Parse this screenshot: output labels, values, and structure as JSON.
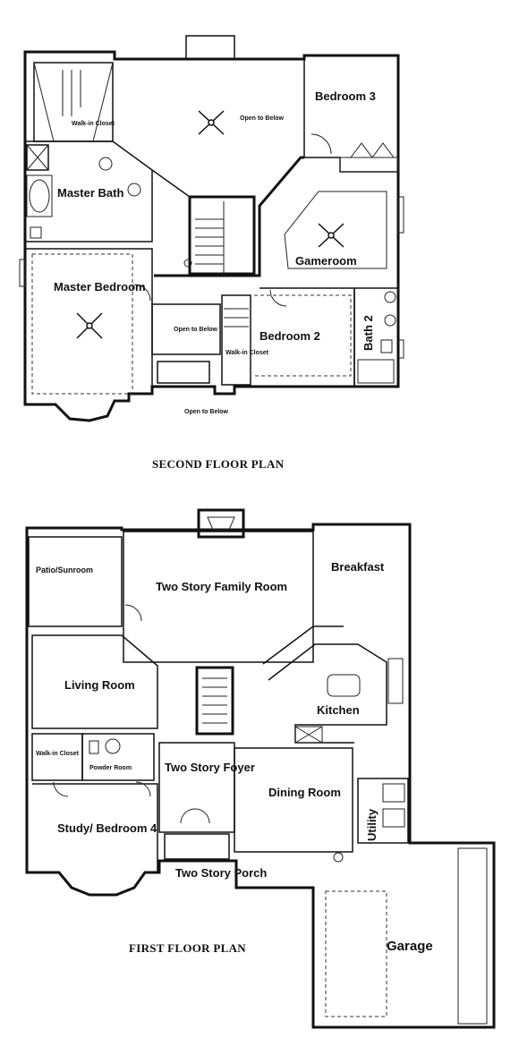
{
  "plans": {
    "second": {
      "title": "SECOND FLOOR PLAN",
      "rooms": {
        "bedroom3": "Bedroom 3",
        "walkin_closet": "Walk-in Closet",
        "open_to_below_1": "Open to Below",
        "master_bath": "Master Bath",
        "gameroom": "Gameroom",
        "master_bedroom": "Master Bedroom",
        "open_to_below_2": "Open to Below",
        "bedroom2": "Bedroom 2",
        "bath2": "Bath 2",
        "walkin_closet_2": "Walk-in Closet",
        "open_to_below_3": "Open to Below"
      }
    },
    "first": {
      "title": "FIRST FLOOR PLAN",
      "rooms": {
        "patio": "Patio/Sunroom",
        "family_room": "Two Story Family Room",
        "breakfast": "Breakfast",
        "living_room": "Living Room",
        "kitchen": "Kitchen",
        "walkin_closet": "Walk-in Closet",
        "powder_room": "Powder Room",
        "foyer": "Two Story Foyer",
        "dining_room": "Dining Room",
        "utility": "Utility",
        "study": "Study/ Bedroom 4",
        "porch": "Two Story Porch",
        "garage": "Garage"
      }
    }
  }
}
